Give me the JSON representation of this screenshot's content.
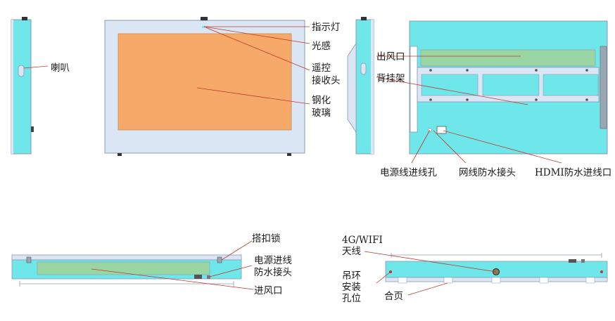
{
  "labels": {
    "speaker": "喇叭",
    "indicator": "指示灯",
    "light_sensor": "光感",
    "remote_line1": "遥控",
    "remote_line2": "接收头",
    "glass_line1": "钢化",
    "glass_line2": "玻璃",
    "air_outlet": "出风口",
    "back_mount": "背挂架",
    "power_hole": "电源线进线孔",
    "network": "网线防水接头",
    "hdmi": "HDMI防水进线口",
    "lock": "搭扣锁",
    "power_wp_line1": "电源进线",
    "power_wp_line2": "防水接头",
    "air_inlet": "进风口",
    "wifi_line1": "4G/WIFI",
    "wifi_line2": "天线",
    "ring_line1": "吊环",
    "ring_line2": "安装",
    "ring_line3": "孔位",
    "hinge": "合页"
  },
  "colors": {
    "cyan_body": "#6fe6ea",
    "frame": "#dbe6f5",
    "screen": "#f7a96a",
    "vent_green": "#9ad6a4",
    "outline": "#8a9bb0",
    "leader": "#c0392b",
    "text": "#1a1a1a"
  }
}
